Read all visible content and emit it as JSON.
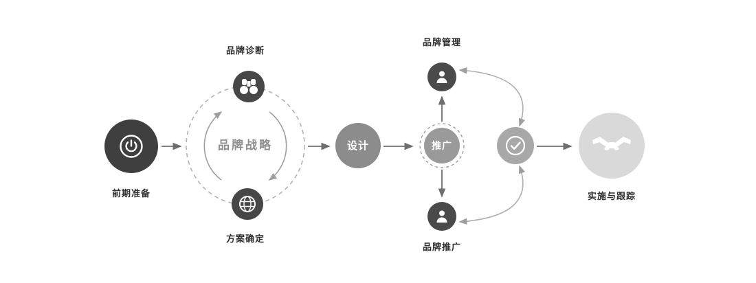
{
  "diagram": {
    "nodes": {
      "preparation": {
        "label": "前期准备",
        "icon": "power-icon",
        "color": "#3f3f3f"
      },
      "strategy": {
        "label": "品牌战略",
        "style": "dashed-circle",
        "text_color": "#8f8f8f"
      },
      "diagnosis": {
        "label": "品牌诊断",
        "icon": "binoculars-icon",
        "color": "#474747"
      },
      "plan_confirmation": {
        "label": "方案确定",
        "icon": "globe-icon",
        "color": "#474747"
      },
      "design": {
        "label": "设计",
        "color": "#8c8c8c"
      },
      "promotion": {
        "label": "推广",
        "color": "#9a9a9a",
        "style": "dashed-ring"
      },
      "brand_management": {
        "label": "品牌管理",
        "icon": "person-icon",
        "color": "#4a4a4a"
      },
      "brand_promotion": {
        "label": "品牌推广",
        "icon": "person-icon",
        "color": "#4a4a4a"
      },
      "approval": {
        "icon": "check-circle-icon",
        "color": "#a8a8a8"
      },
      "implementation": {
        "label": "实施与跟踪",
        "icon": "handshake-icon",
        "color": "#d9d9d9"
      }
    },
    "colors": {
      "background": "#ffffff",
      "arrow": "#6f6f6f",
      "cycle_arrow": "#9e9e9e",
      "dashed_circle": "#b3b3b3",
      "label_text": "#2f2f2f"
    }
  }
}
